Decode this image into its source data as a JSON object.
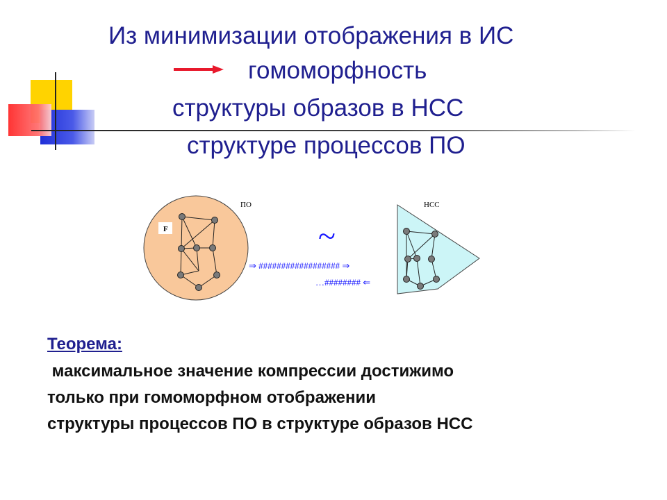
{
  "slide": {
    "title_lines": [
      "Из минимизации отображения в ИС",
      "гомоморфность",
      "структуры  образов  в НСС",
      "структуре процессов ПО"
    ]
  },
  "diagram": {
    "po_label": "ПО",
    "nss_label": "НСС",
    "f_label": "F",
    "tilde": "~",
    "forward_stream": "⇒ ################## ⇒",
    "backward_stream": "…######## ⇐"
  },
  "theorem": {
    "label": "Теорема:",
    "lines": [
      " максимальное значение компрессии достижимо",
      "только при гомоморфном отображении",
      "структуры процессов ПО в структуре образов НСС"
    ]
  },
  "colors": {
    "title": "#1f1f8f",
    "arrow": "#e8192c",
    "circle_fill": "#f9c89b",
    "nss_fill": "#ccf5f7",
    "deco_yellow": "#ffd300",
    "deco_red": "#ff4040",
    "deco_blue": "#2f3ddc"
  }
}
